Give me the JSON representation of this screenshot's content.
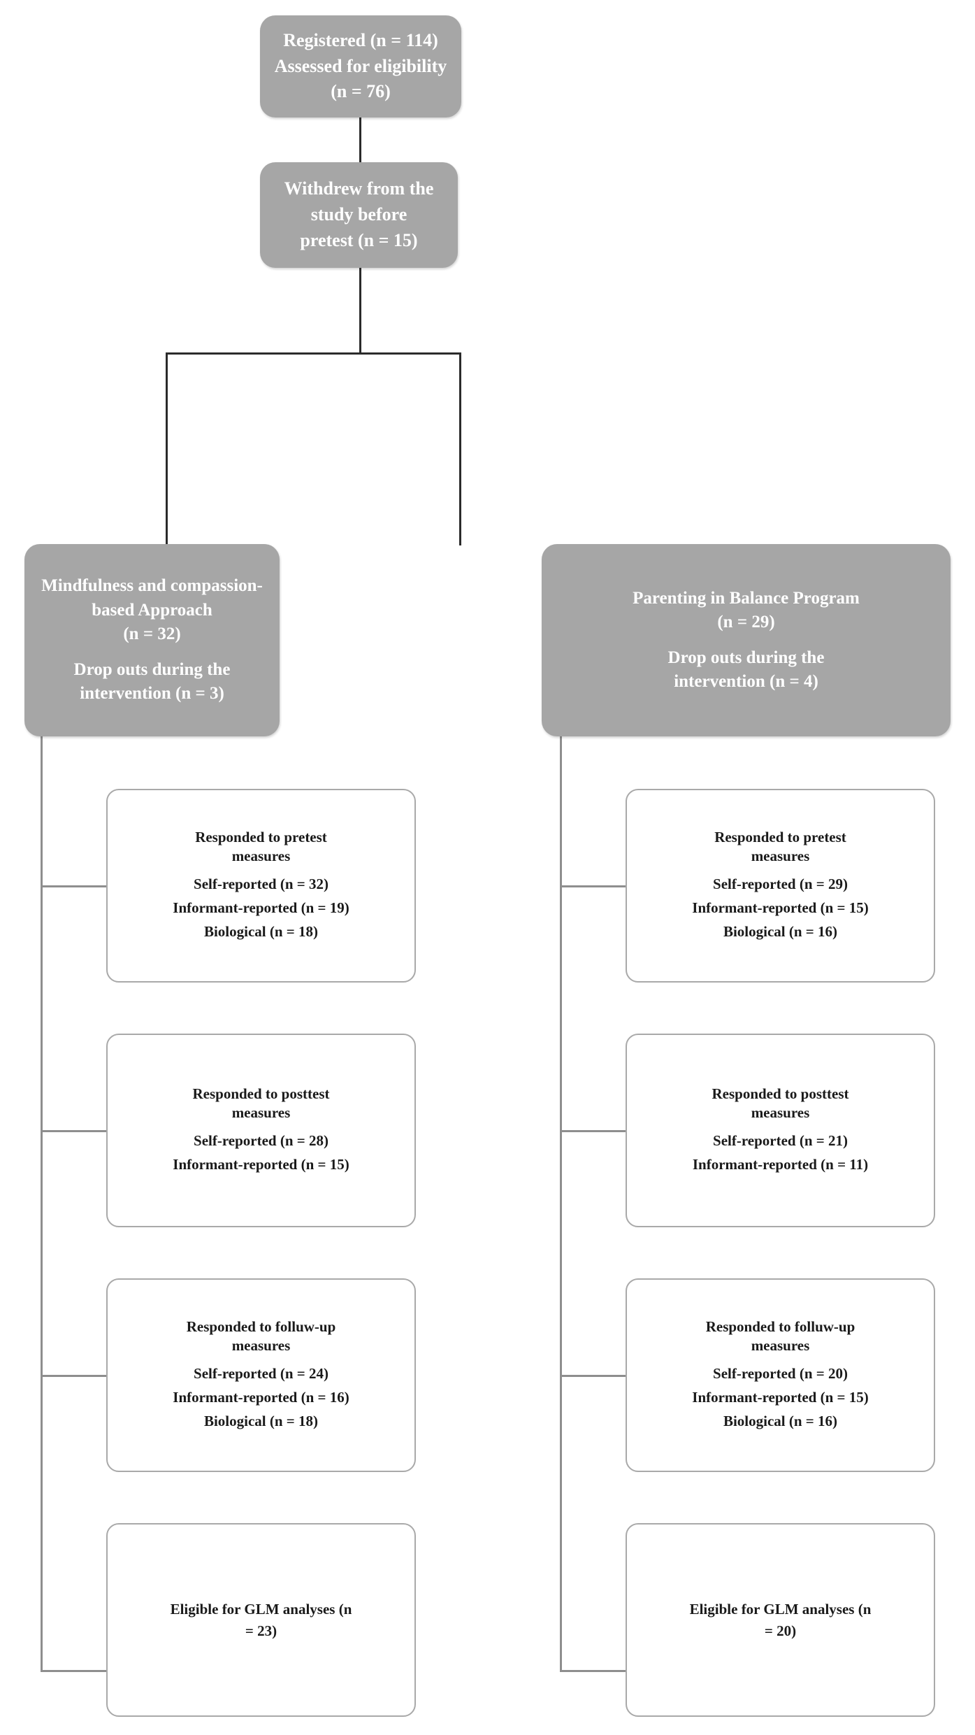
{
  "diagram": {
    "title": "Participant flow diagram",
    "colors": {
      "gray_node_fill": "#a6a6a6",
      "gray_node_text": "#ffffff",
      "white_node_fill": "#ffffff",
      "white_node_border": "#a9a9a9",
      "white_node_text": "#1a1a1a",
      "connector_dark": "#2b2b2b",
      "connector_light": "#8e8e8e",
      "background": "#ffffff"
    },
    "nodes": {
      "registered": {
        "line1": "Registered (n = 114)",
        "line2": "Assessed for eligibility",
        "line3": "(n = 76)"
      },
      "withdrew": {
        "line1": "Withdrew from the study before",
        "line2": "pretest (n = 15)"
      },
      "arm_left": {
        "line1": "Mindfulness and compassion-",
        "line2": "based Approach",
        "line3": "(n = 32)",
        "line4": "Drop outs during the",
        "line5": "intervention (n = 3)"
      },
      "arm_right": {
        "line1": "Parenting in Balance Program",
        "line2": "(n = 29)",
        "line3": "Drop outs during the",
        "line4": "intervention (n = 4)"
      },
      "pretest_left": {
        "head1": "Responded to pretest",
        "head2": "measures",
        "row1": "Self-reported (n = 32)",
        "row2": "Informant-reported (n = 19)",
        "row3": "Biological (n = 18)"
      },
      "posttest_left": {
        "head1": "Responded to posttest",
        "head2": "measures",
        "row1": "Self-reported (n = 28)",
        "row2": "Informant-reported (n = 15)"
      },
      "followup_left": {
        "head1": "Responded to folluw-up",
        "head2": "measures",
        "row1": "Self-reported (n = 24)",
        "row2": "Informant-reported (n = 16)",
        "row3": "Biological (n = 18)"
      },
      "glm_left": {
        "line1": "Eligible for GLM analyses (n",
        "line2": "= 23)"
      },
      "pretest_right": {
        "head1": "Responded to pretest",
        "head2": "measures",
        "row1": "Self-reported (n = 29)",
        "row2": "Informant-reported (n = 15)",
        "row3": "Biological (n = 16)"
      },
      "posttest_right": {
        "head1": "Responded to posttest",
        "head2": "measures",
        "row1": "Self-reported (n = 21)",
        "row2": "Informant-reported (n = 11)"
      },
      "followup_right": {
        "head1": "Responded to folluw-up",
        "head2": "measures",
        "row1": "Self-reported (n = 20)",
        "row2": "Informant-reported (n = 15)",
        "row3": "Biological (n = 16)"
      },
      "glm_right": {
        "line1": "Eligible for GLM analyses (n",
        "line2": "= 20)"
      }
    }
  },
  "chart_data": {
    "type": "flowchart",
    "title": "Participant flow diagram",
    "stages": [
      {
        "id": "registered",
        "label": "Registered / Assessed for eligibility",
        "values": {
          "Registered": 114,
          "Assessed for eligibility": 76
        }
      },
      {
        "id": "withdrew",
        "label": "Withdrew from the study before pretest",
        "values": {
          "Withdrew before pretest": 15
        }
      },
      {
        "id": "arm_left",
        "label": "Mindfulness and compassion-based Approach",
        "values": {
          "Allocated": 32,
          "Drop outs during the intervention": 3
        }
      },
      {
        "id": "arm_right",
        "label": "Parenting in Balance Program",
        "values": {
          "Allocated": 29,
          "Drop outs during the intervention": 4
        }
      },
      {
        "id": "pretest_left",
        "label": "Responded to pretest measures (Mindfulness arm)",
        "values": {
          "Self-reported": 32,
          "Informant-reported": 19,
          "Biological": 18
        }
      },
      {
        "id": "pretest_right",
        "label": "Responded to pretest measures (Parenting in Balance arm)",
        "values": {
          "Self-reported": 29,
          "Informant-reported": 15,
          "Biological": 16
        }
      },
      {
        "id": "posttest_left",
        "label": "Responded to posttest measures (Mindfulness arm)",
        "values": {
          "Self-reported": 28,
          "Informant-reported": 15
        }
      },
      {
        "id": "posttest_right",
        "label": "Responded to posttest measures (Parenting in Balance arm)",
        "values": {
          "Self-reported": 21,
          "Informant-reported": 11
        }
      },
      {
        "id": "followup_left",
        "label": "Responded to folluw-up measures (Mindfulness arm)",
        "values": {
          "Self-reported": 24,
          "Informant-reported": 16,
          "Biological": 18
        }
      },
      {
        "id": "followup_right",
        "label": "Responded to folluw-up measures (Parenting in Balance arm)",
        "values": {
          "Self-reported": 20,
          "Informant-reported": 15,
          "Biological": 16
        }
      },
      {
        "id": "glm_left",
        "label": "Eligible for GLM analyses (Mindfulness arm)",
        "values": {
          "Eligible for GLM analyses": 23
        }
      },
      {
        "id": "glm_right",
        "label": "Eligible for GLM analyses (Parenting in Balance arm)",
        "values": {
          "Eligible for GLM analyses": 20
        }
      }
    ],
    "edges": [
      {
        "from": "registered",
        "to": "withdrew"
      },
      {
        "from": "withdrew",
        "to": "arm_left"
      },
      {
        "from": "withdrew",
        "to": "arm_right"
      },
      {
        "from": "arm_left",
        "to": "pretest_left"
      },
      {
        "from": "arm_left",
        "to": "posttest_left"
      },
      {
        "from": "arm_left",
        "to": "followup_left"
      },
      {
        "from": "arm_left",
        "to": "glm_left"
      },
      {
        "from": "arm_right",
        "to": "pretest_right"
      },
      {
        "from": "arm_right",
        "to": "posttest_right"
      },
      {
        "from": "arm_right",
        "to": "followup_right"
      },
      {
        "from": "arm_right",
        "to": "glm_right"
      }
    ]
  }
}
